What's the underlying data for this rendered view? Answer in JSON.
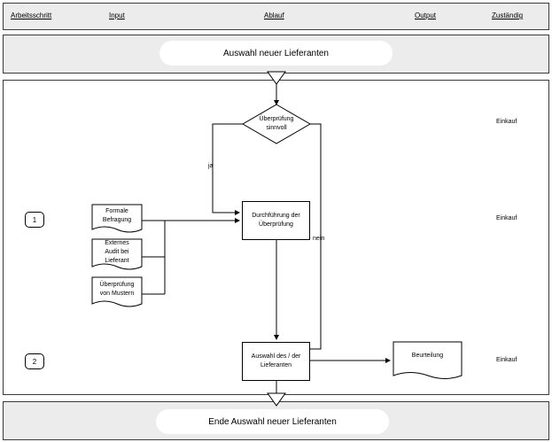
{
  "header": {
    "arbeitsschritt": "Arbeitsschritt",
    "input": "Input",
    "ablauf": "Ablauf",
    "output": "Output",
    "zustaendig": "Zuständig"
  },
  "start_band": {
    "label": "Auswahl neuer Lieferanten"
  },
  "end_band": {
    "label": "Ende Auswahl neuer Lieferanten"
  },
  "steps": [
    "1",
    "2"
  ],
  "responsible": [
    "Einkauf",
    "Einkauf",
    "Einkauf"
  ],
  "decision": {
    "line1": "Überprüfung",
    "line2": "sinnvoll"
  },
  "branch_labels": {
    "yes": "ja",
    "no": "nein"
  },
  "process_check": {
    "line1": "Durchführung der",
    "line2": "Überprüfung"
  },
  "process_select": {
    "line1": "Auswahl des / der",
    "line2": "Lieferanten"
  },
  "inputs": [
    {
      "line1": "Formale",
      "line2": "Befragung",
      "line3": ""
    },
    {
      "line1": "Externes",
      "line2": "Audit bei",
      "line3": "Lieferant"
    },
    {
      "line1": "Überprüfung",
      "line2": "von Mustern",
      "line3": ""
    }
  ],
  "output_doc": {
    "label": "Beurteilung"
  }
}
